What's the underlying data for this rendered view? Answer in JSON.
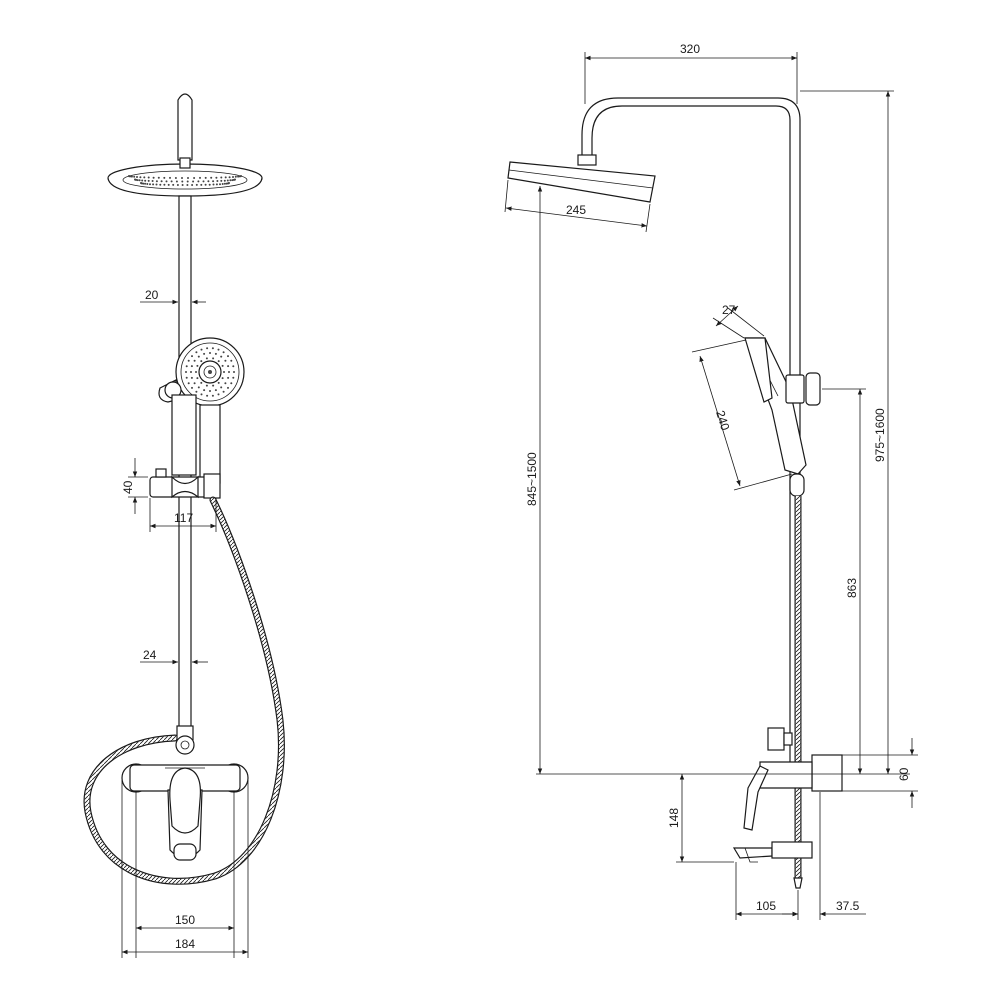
{
  "dimensions": {
    "front": {
      "pipe_diameter": "20",
      "bracket_height": "40",
      "bracket_width": "117",
      "lower_pipe_diameter": "24",
      "inlet_centers": "150",
      "overall_width": "184"
    },
    "side": {
      "top_arm_reach": "320",
      "head_diameter": "245",
      "handset_head_width": "27",
      "handset_length": "240",
      "slider_height_range": "845~1500",
      "slider_to_mixer": "863",
      "overall_height_range": "975~1600",
      "mixer_height": "60",
      "spout_drop": "148",
      "spout_projection": "105",
      "wall_offset": "37.5"
    }
  }
}
